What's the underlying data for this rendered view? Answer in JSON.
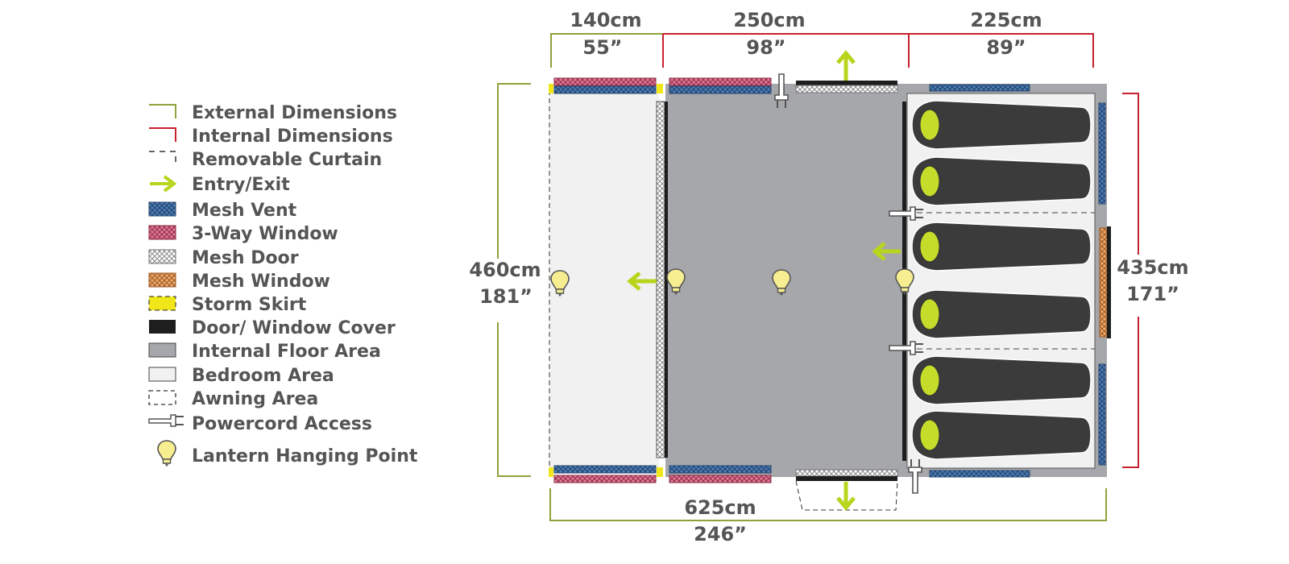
{
  "colors": {
    "external": "#8da33a",
    "internal": "#c8202e",
    "entry": "#b8d41c",
    "mesh_vent": "#3a6ea8",
    "three_way_window": "#cc5577",
    "mesh_door": "#aaaaaa",
    "mesh_window": "#d88f52",
    "storm_skirt": "#f0e61a",
    "cover": "#1e1e1e",
    "floor": "#a6a7ab",
    "bedroom": "#f1f1f1",
    "sleeping_bag": "#3b3b3b",
    "bag_head": "#c5dc2a",
    "text": "#555555"
  },
  "legend": {
    "external_dimensions": "External Dimensions",
    "internal_dimensions": "Internal Dimensions",
    "removable_curtain": "Removable Curtain",
    "entry_exit": "Entry/Exit",
    "mesh_vent": "Mesh Vent",
    "three_way_window": "3-Way Window",
    "mesh_door": "Mesh Door",
    "mesh_window": "Mesh Window",
    "storm_skirt": "Storm Skirt",
    "door_window_cover": "Door/ Window Cover",
    "internal_floor_area": "Internal Floor Area",
    "bedroom_area": "Bedroom Area",
    "awning_area": "Awning Area",
    "powercord_access": "Powercord Access",
    "lantern_hanging_point": "Lantern Hanging Point"
  },
  "dimensions": {
    "top_1_cm": "140cm",
    "top_1_in": "55”",
    "top_2_cm": "250cm",
    "top_2_in": "98”",
    "top_3_cm": "225cm",
    "top_3_in": "89”",
    "left_cm": "460cm",
    "left_in": "181”",
    "right_cm": "435cm",
    "right_in": "171”",
    "bottom_cm": "625cm",
    "bottom_in": "246”"
  },
  "icons": {
    "entry": "arrow-icon",
    "power": "plug-icon",
    "lantern": "bulb-icon"
  }
}
